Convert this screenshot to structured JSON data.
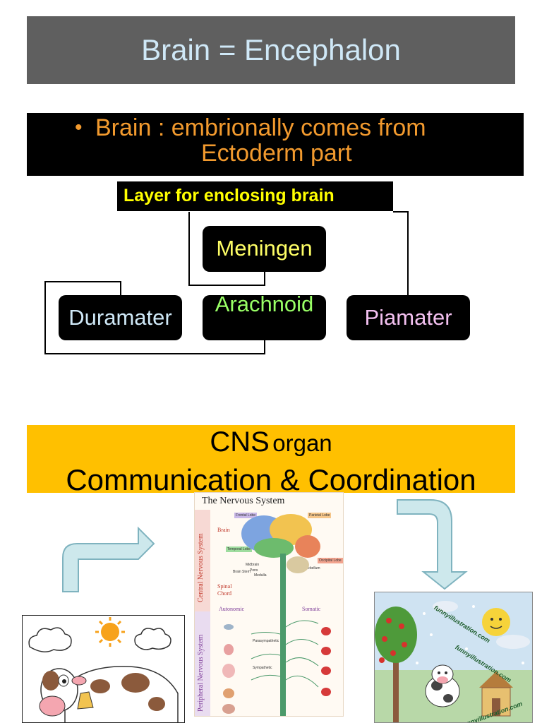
{
  "slide": {
    "title": "Brain = Encephalon",
    "bullet": {
      "marker": "•",
      "line1": "Brain : embrionally comes from",
      "line2": "Ectoderm part"
    }
  },
  "diagram": {
    "label": "Layer for enclosing brain",
    "parent": "Meningen",
    "children": [
      "Duramater",
      "Arachnoid",
      "Piamater"
    ]
  },
  "cns_banner": {
    "cns": "CNS",
    "organ": "organ",
    "line2": "Communication & Coordination"
  },
  "nervous_system_image": {
    "title": "The Nervous System",
    "side_labels": [
      "Central Nervous System",
      "Peripheral Nervous System"
    ],
    "brain_label": "Brain",
    "spinal_label": "Spinal Chord",
    "autonomic_label": "Autonomic",
    "somatic_label": "Somatic",
    "lobe_tags": [
      "Frontal Lobe",
      "Parietal Lobe",
      "Temporal Lobe",
      "Occipital Lobe"
    ],
    "small_labels": [
      "Midbrain",
      "Pons",
      "Medulla",
      "Brain Stem",
      "Cerebellum",
      "Parasympathetic",
      "Sympathetic"
    ]
  },
  "garden_image": {
    "watermarks": [
      "funnyillustration.com",
      "funnyillustration.com",
      "funnyillustration.com"
    ]
  },
  "colors": {
    "title_bg": "#5f5f5f",
    "title_text": "#cfe8f7",
    "bullet_text": "#f29a2e",
    "label_text": "#ffff00",
    "meningen_text": "#ffff66",
    "duramater_text": "#cfe8f7",
    "arachnoid_text": "#99ff66",
    "piamater_text": "#f3c0f0",
    "cns_bg": "#ffc000",
    "arrow_fill": "#cde8ec",
    "arrow_stroke": "#7fb3bf"
  }
}
